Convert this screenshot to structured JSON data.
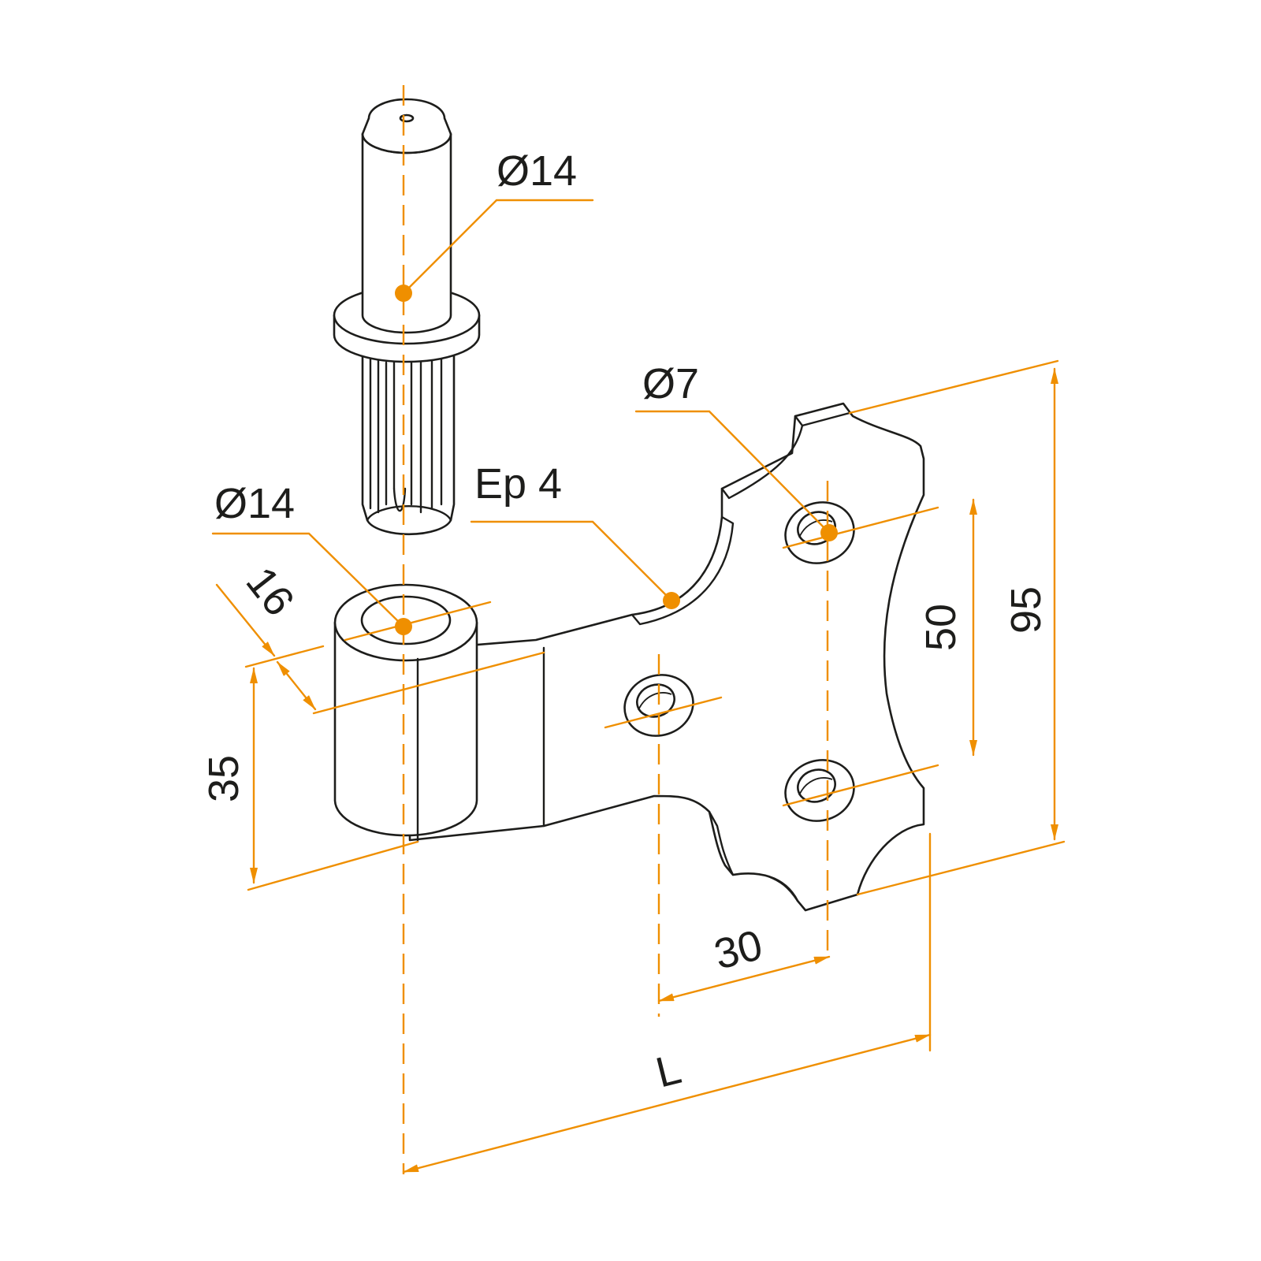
{
  "labels": {
    "pin_diameter": "Ø14",
    "knuckle_diameter": "Ø14",
    "hole_diameter": "Ø7",
    "thickness": "Ep 4",
    "knuckle_offset": "16",
    "knuckle_height": "35",
    "hole_spacing_vertical": "50",
    "plate_height": "95",
    "hole_spacing_horizontal": "30",
    "length": "L"
  },
  "colors": {
    "dimension": "#ef8f00",
    "outline": "#1d1d1b",
    "background": "#ffffff"
  }
}
